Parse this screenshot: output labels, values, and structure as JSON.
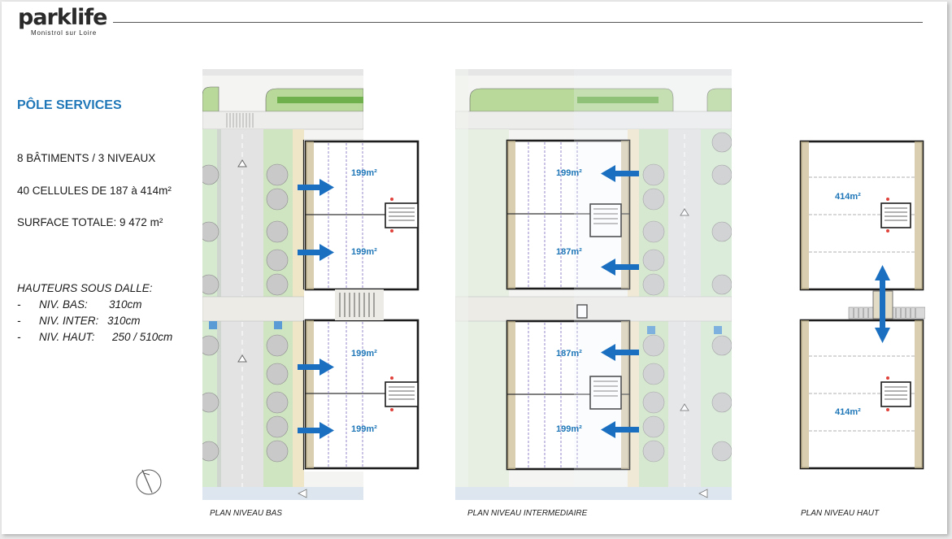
{
  "brand": {
    "name": "parklife",
    "subtitle": "Monistrol sur Loire"
  },
  "section_title": "PÔLE SERVICES",
  "info": [
    "8 BÂTIMENTS / 3 NIVEAUX",
    "40 CELLULES DE 187 à 414m²",
    "SURFACE TOTALE: 9 472 m²"
  ],
  "heights": {
    "title": "HAUTEURS SOUS DALLE:",
    "rows": [
      {
        "dash": "-",
        "label": "NIV. BAS:",
        "value": "310cm"
      },
      {
        "dash": "-",
        "label": "NIV. INTER:",
        "value": "310cm"
      },
      {
        "dash": "-",
        "label": "NIV. HAUT:",
        "value": "250 / 510cm"
      }
    ]
  },
  "plans": {
    "bas": {
      "caption": "PLAN NIVEAU BAS",
      "areas": [
        "199m²",
        "199m²",
        "199m²",
        "199m²"
      ]
    },
    "intermediaire": {
      "caption": "PLAN NIVEAU INTERMEDIAIRE",
      "areas": [
        "199m²",
        "187m²",
        "187m²",
        "199m²"
      ]
    },
    "haut": {
      "caption": "PLAN NIVEAU HAUT",
      "areas": [
        "414m²",
        "414m²"
      ]
    }
  },
  "colors": {
    "accent": "#1f77b8",
    "arrow": "#1a6fc0",
    "green": "#7fbf5a",
    "wall": "#1c1c1c",
    "hatch": "#c9b98f"
  },
  "icons": {
    "compass": "north-arrow-icon"
  }
}
